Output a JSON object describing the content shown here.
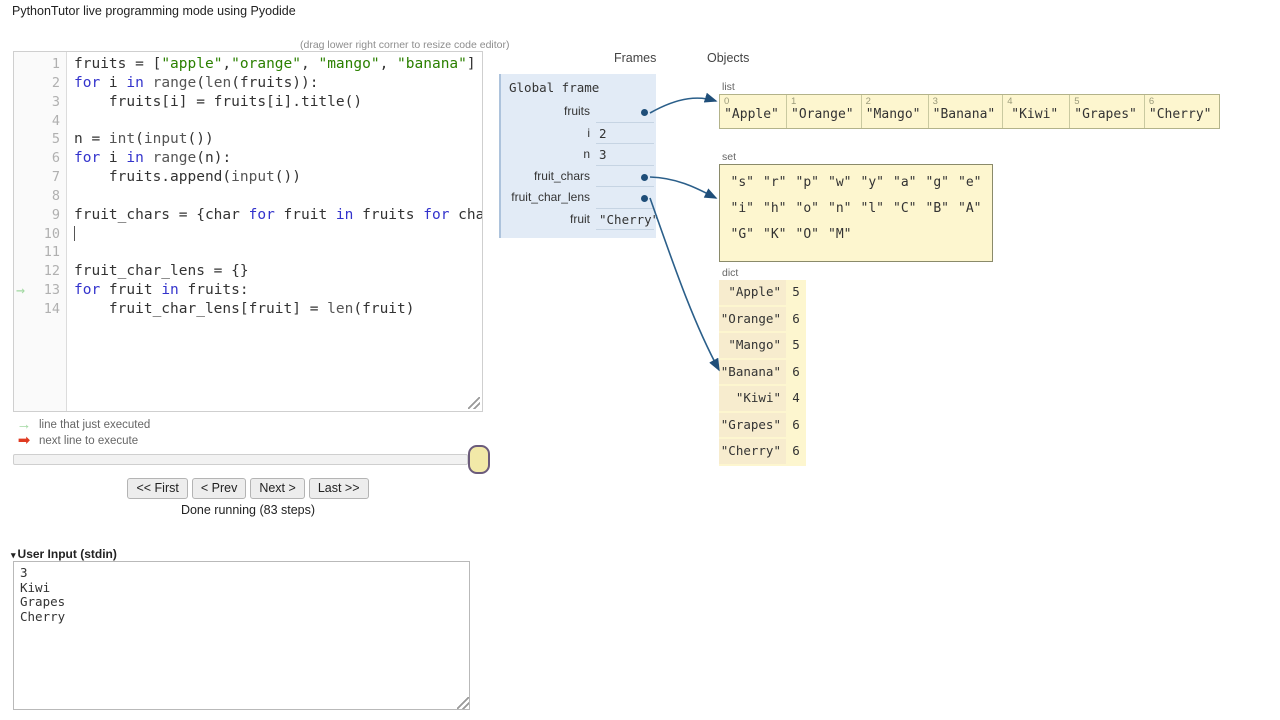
{
  "page": {
    "title": "PythonTutor live programming mode using Pyodide",
    "resize_hint": "(drag lower right corner to resize code editor)"
  },
  "editor": {
    "lines": [
      {
        "num": "1",
        "marker": "",
        "tokens": [
          {
            "t": "fruits ",
            "c": "plain"
          },
          {
            "t": "= ",
            "c": "plain"
          },
          {
            "t": "[",
            "c": "plain"
          },
          {
            "t": "\"apple\"",
            "c": "str"
          },
          {
            "t": ",",
            "c": "plain"
          },
          {
            "t": "\"orange\"",
            "c": "str"
          },
          {
            "t": ", ",
            "c": "plain"
          },
          {
            "t": "\"mango\"",
            "c": "str"
          },
          {
            "t": ", ",
            "c": "plain"
          },
          {
            "t": "\"banana\"",
            "c": "str"
          },
          {
            "t": "]",
            "c": "plain"
          }
        ]
      },
      {
        "num": "2",
        "marker": "",
        "tokens": [
          {
            "t": "for",
            "c": "kw"
          },
          {
            "t": " i ",
            "c": "plain"
          },
          {
            "t": "in",
            "c": "kw"
          },
          {
            "t": " ",
            "c": "plain"
          },
          {
            "t": "range",
            "c": "fn"
          },
          {
            "t": "(",
            "c": "plain"
          },
          {
            "t": "len",
            "c": "fn"
          },
          {
            "t": "(fruits)):",
            "c": "plain"
          }
        ]
      },
      {
        "num": "3",
        "marker": "",
        "tokens": [
          {
            "t": "    fruits[i] = fruits[i].title()",
            "c": "plain"
          }
        ]
      },
      {
        "num": "4",
        "marker": "",
        "tokens": []
      },
      {
        "num": "5",
        "marker": "",
        "tokens": [
          {
            "t": "n = ",
            "c": "plain"
          },
          {
            "t": "int",
            "c": "fn"
          },
          {
            "t": "(",
            "c": "plain"
          },
          {
            "t": "input",
            "c": "fn"
          },
          {
            "t": "())",
            "c": "plain"
          }
        ]
      },
      {
        "num": "6",
        "marker": "",
        "tokens": [
          {
            "t": "for",
            "c": "kw"
          },
          {
            "t": " i ",
            "c": "plain"
          },
          {
            "t": "in",
            "c": "kw"
          },
          {
            "t": " ",
            "c": "plain"
          },
          {
            "t": "range",
            "c": "fn"
          },
          {
            "t": "(n):",
            "c": "plain"
          }
        ]
      },
      {
        "num": "7",
        "marker": "",
        "tokens": [
          {
            "t": "    fruits.append(",
            "c": "plain"
          },
          {
            "t": "input",
            "c": "fn"
          },
          {
            "t": "())",
            "c": "plain"
          }
        ]
      },
      {
        "num": "8",
        "marker": "",
        "tokens": []
      },
      {
        "num": "9",
        "marker": "",
        "tokens": [
          {
            "t": "fruit_chars = {char ",
            "c": "plain"
          },
          {
            "t": "for",
            "c": "kw"
          },
          {
            "t": " fruit ",
            "c": "plain"
          },
          {
            "t": "in",
            "c": "kw"
          },
          {
            "t": " fruits ",
            "c": "plain"
          },
          {
            "t": "for",
            "c": "kw"
          },
          {
            "t": " char i",
            "c": "plain"
          }
        ]
      },
      {
        "num": "10",
        "marker": "",
        "tokens": [],
        "caret": true
      },
      {
        "num": "11",
        "marker": "",
        "tokens": []
      },
      {
        "num": "12",
        "marker": "",
        "tokens": [
          {
            "t": "fruit_char_lens = {}",
            "c": "plain"
          }
        ]
      },
      {
        "num": "13",
        "marker": "→",
        "tokens": [
          {
            "t": "for",
            "c": "kw"
          },
          {
            "t": " fruit ",
            "c": "plain"
          },
          {
            "t": "in",
            "c": "kw"
          },
          {
            "t": " fruits:",
            "c": "plain"
          }
        ]
      },
      {
        "num": "14",
        "marker": "",
        "tokens": [
          {
            "t": "    fruit_char_lens[fruit] = ",
            "c": "plain"
          },
          {
            "t": "len",
            "c": "fn"
          },
          {
            "t": "(fruit)",
            "c": "plain"
          }
        ]
      }
    ]
  },
  "legend": {
    "executed_arrow": "→",
    "executed_label": "line that just executed",
    "next_arrow": "➡",
    "next_label": "next line to execute"
  },
  "controls": {
    "first": "<< First",
    "prev": "< Prev",
    "next": "Next >",
    "last": "Last >>",
    "status": "Done running (83 steps)"
  },
  "stdin": {
    "triangle": "▾",
    "label": "User Input (stdin)",
    "value": "3\nKiwi\nGrapes\nCherry"
  },
  "viz": {
    "frames_heading": "Frames",
    "objects_heading": "Objects",
    "frame": {
      "title": "Global frame",
      "vars": [
        {
          "name": "fruits",
          "value": "",
          "pointer": true
        },
        {
          "name": "i",
          "value": "2",
          "pointer": false
        },
        {
          "name": "n",
          "value": "3",
          "pointer": false
        },
        {
          "name": "fruit_chars",
          "value": "",
          "pointer": true
        },
        {
          "name": "fruit_char_lens",
          "value": "",
          "pointer": true
        },
        {
          "name": "fruit",
          "value": "\"Cherry\"",
          "pointer": false
        }
      ]
    },
    "objects": {
      "list": {
        "type_label": "list",
        "indices": [
          "0",
          "1",
          "2",
          "3",
          "4",
          "5",
          "6"
        ],
        "values": [
          "\"Apple\"",
          "\"Orange\"",
          "\"Mango\"",
          "\"Banana\"",
          "\"Kiwi\"",
          "\"Grapes\"",
          "\"Cherry\""
        ]
      },
      "set": {
        "type_label": "set",
        "rows": [
          [
            "\"s\"",
            "\"r\"",
            "\"p\"",
            "\"w\"",
            "\"y\"",
            "\"a\"",
            "\"g\"",
            "\"e\""
          ],
          [
            "\"i\"",
            "\"h\"",
            "\"o\"",
            "\"n\"",
            "\"l\"",
            "\"C\"",
            "\"B\"",
            "\"A\""
          ],
          [
            "\"G\"",
            "\"K\"",
            "\"O\"",
            "\"M\"",
            "",
            "",
            "",
            ""
          ]
        ]
      },
      "dict": {
        "type_label": "dict",
        "entries": [
          {
            "key": "\"Apple\"",
            "value": "5"
          },
          {
            "key": "\"Orange\"",
            "value": "6"
          },
          {
            "key": "\"Mango\"",
            "value": "5"
          },
          {
            "key": "\"Banana\"",
            "value": "6"
          },
          {
            "key": "\"Kiwi\"",
            "value": "4"
          },
          {
            "key": "\"Grapes\"",
            "value": "6"
          },
          {
            "key": "\"Cherry\"",
            "value": "6"
          }
        ]
      }
    }
  },
  "colors": {
    "frame_bg": "#e2ebf6",
    "object_bg": "#fdf6cf",
    "dict_key_bg": "#f7ecce",
    "pointer": "#1f4e79",
    "executed_arrow": "#a3d9a3",
    "next_arrow": "#e03a21",
    "slider_handle": "#f2e9a8"
  }
}
